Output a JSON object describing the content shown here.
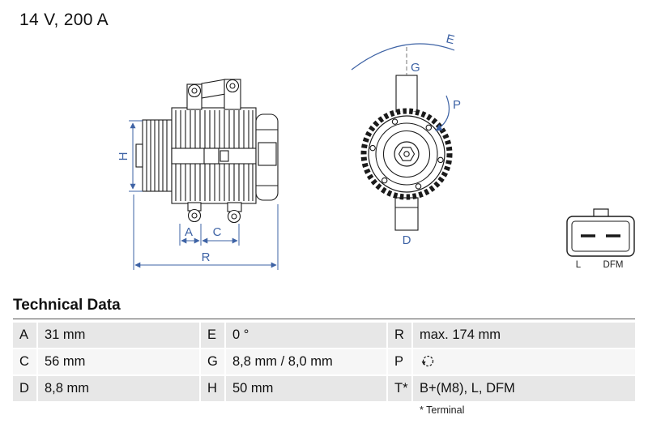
{
  "header": {
    "rating": "14 V, 200 A"
  },
  "diagram": {
    "dimension_labels": {
      "h": "H",
      "a": "A",
      "c": "C",
      "r": "R",
      "e": "E",
      "g": "G",
      "p": "P",
      "d": "D"
    },
    "connector_labels": {
      "left": "L",
      "right": "DFM"
    },
    "colors": {
      "dimension_blue": "#3e63a5",
      "drawing_black": "#1a1a1a"
    }
  },
  "technical_data": {
    "title": "Technical Data",
    "rows": [
      {
        "c1": {
          "label": "A",
          "value": "31 mm"
        },
        "c2": {
          "label": "E",
          "value": "0 °"
        },
        "c3": {
          "label": "R",
          "value": "max. 174 mm"
        }
      },
      {
        "c1": {
          "label": "C",
          "value": "56 mm"
        },
        "c2": {
          "label": "G",
          "value": "8,8 mm / 8,0 mm"
        },
        "c3": {
          "label": "P",
          "value_icon": "rotation-direction-icon"
        }
      },
      {
        "c1": {
          "label": "D",
          "value": "8,8 mm"
        },
        "c2": {
          "label": "H",
          "value": "50 mm"
        },
        "c3": {
          "label": "T*",
          "value": "B+(M8), L, DFM"
        }
      }
    ],
    "footnote": "* Terminal"
  }
}
